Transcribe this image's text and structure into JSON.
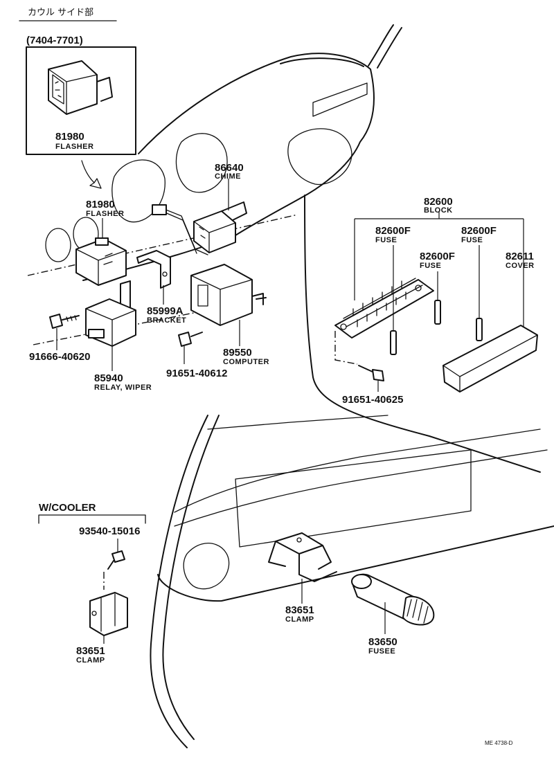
{
  "header": "カウル サイド部",
  "inset": {
    "years": "(7404-7701)",
    "flasher": {
      "pn": "81980",
      "name": "FLASHER"
    }
  },
  "parts": {
    "chime": {
      "pn": "86640",
      "name": "CHIME"
    },
    "flasher": {
      "pn": "81980",
      "name": "FLASHER"
    },
    "block": {
      "pn": "82600",
      "name": "BLOCK"
    },
    "fuse_a": {
      "pn": "82600F",
      "name": "FUSE"
    },
    "fuse_b": {
      "pn": "82600F",
      "name": "FUSE"
    },
    "fuse_c": {
      "pn": "82600F",
      "name": "FUSE"
    },
    "cover": {
      "pn": "82611",
      "name": "COVER"
    },
    "bracket": {
      "pn": "85999A",
      "name": "BRACKET"
    },
    "bolt_a": {
      "pn": "91666-40620"
    },
    "relay": {
      "pn": "85940",
      "name": "RELAY, WIPER"
    },
    "bolt_b": {
      "pn": "91651-40612"
    },
    "computer": {
      "pn": "89550",
      "name": "COMPUTER"
    },
    "bolt_c": {
      "pn": "91651-40625"
    },
    "screw": {
      "pn": "93540-15016"
    },
    "clamp_a": {
      "pn": "83651",
      "name": "CLAMP"
    },
    "clamp_b": {
      "pn": "83651",
      "name": "CLAMP"
    },
    "fusee": {
      "pn": "83650",
      "name": "FUSEE"
    }
  },
  "cooler": {
    "label": "W/COOLER"
  },
  "footer": {
    "code": "ME 4738-D"
  }
}
